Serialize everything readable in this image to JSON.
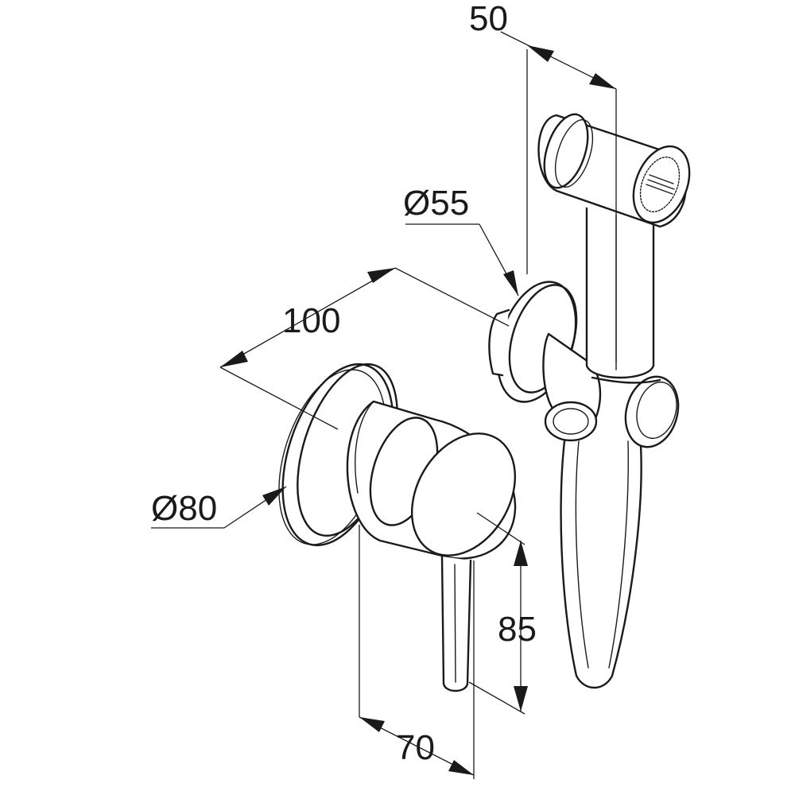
{
  "dimensions": {
    "shower_handle_length": "50",
    "holder_diameter": "Ø55",
    "projection_depth": "100",
    "rosette_diameter": "Ø80",
    "lever_height": "85",
    "valve_depth": "70"
  }
}
